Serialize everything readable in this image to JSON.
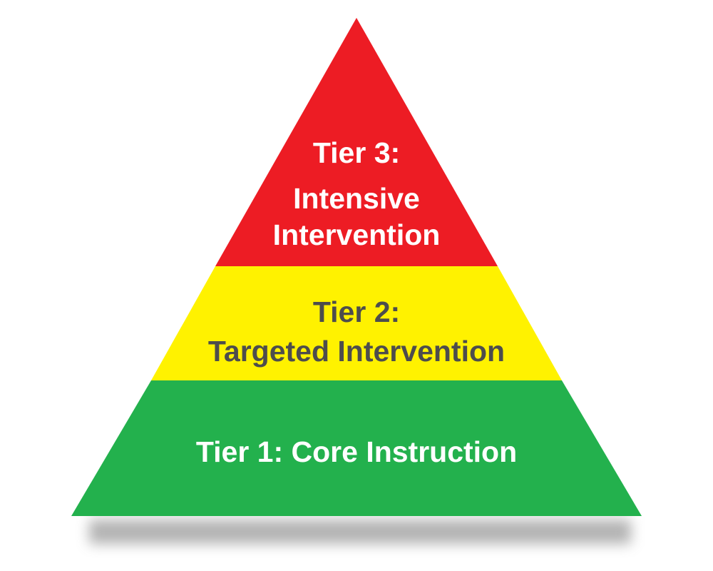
{
  "tiers": [
    {
      "name": "tier-3",
      "lines": [
        "Tier 3:",
        "Intensive",
        "Intervention"
      ],
      "fill": "#ED1C24",
      "text_color": "#FFFFFF"
    },
    {
      "name": "tier-2",
      "lines": [
        "Tier 2:",
        "Targeted Intervention"
      ],
      "fill": "#FFF200",
      "text_color": "#4D4D4D"
    },
    {
      "name": "tier-1",
      "lines": [
        "Tier 1: Core Instruction"
      ],
      "fill": "#23B14D",
      "text_color": "#FFFFFF"
    }
  ]
}
